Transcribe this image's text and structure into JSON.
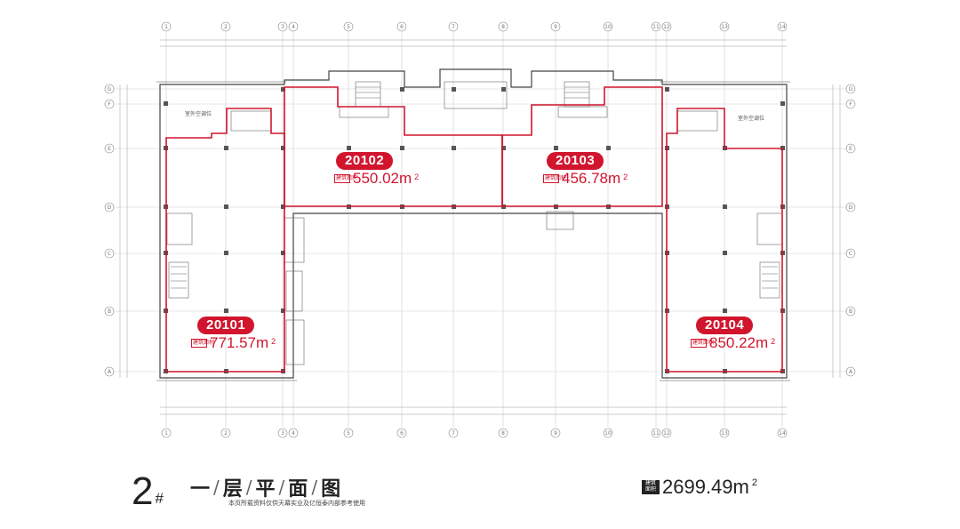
{
  "units": [
    {
      "id": "20101",
      "area": "771.57m",
      "unit": "2"
    },
    {
      "id": "20102",
      "area": "550.02m",
      "unit": "2"
    },
    {
      "id": "20103",
      "area": "456.78m",
      "unit": "2"
    },
    {
      "id": "20104",
      "area": "850.22m",
      "unit": "2"
    }
  ],
  "area_tag": "建筑面积",
  "rooms": [
    "室外空调位",
    "室外空调位"
  ],
  "axis_numbers": [
    "①",
    "②",
    "③",
    "④",
    "⑤",
    "⑥",
    "⑦",
    "⑧",
    "⑨",
    "⑩",
    "⑪",
    "⑫",
    "⑬",
    "⑭"
  ],
  "axis_letters": [
    "A",
    "B",
    "C",
    "D",
    "E",
    "F",
    "G"
  ],
  "footer": {
    "building": "2",
    "building_suffix": "#",
    "floor_chars": [
      "一",
      "层",
      "平",
      "面",
      "图"
    ],
    "separator": "/",
    "disclaimer": "本页所载资料仅供天幕实业及亿恒泰内部参考使用",
    "total_tag": "建筑面积",
    "total_area": "2699.49m",
    "total_unit": "2"
  },
  "colors": {
    "accent": "#d1152d",
    "line": "#333333",
    "grid": "#c8c8c8"
  }
}
